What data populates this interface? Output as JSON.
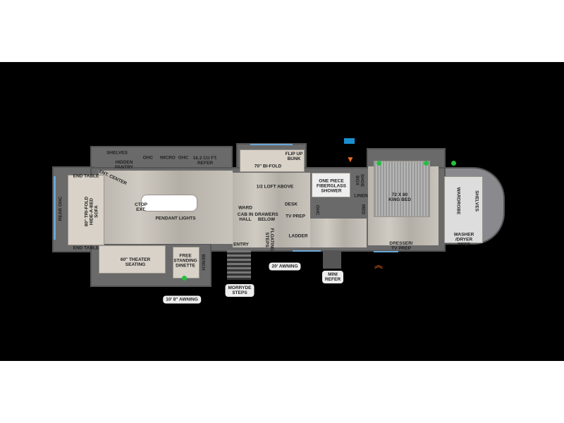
{
  "floorplan": {
    "kitchen": {
      "shelves": "SHELVES",
      "hidden_pantry": "HIDDEN\nPANTRY",
      "ohc_1": "OHC",
      "micro": "MICRO",
      "ohc_2": "OHC",
      "refer": "16.2 CU FT.\nREFER",
      "ent_center": "ENT. CENTER",
      "ctop_ext": "CTOP\nEXT.",
      "pendant_lights": "PENDANT LIGHTS"
    },
    "living": {
      "end_table_top": "END TABLE",
      "end_table_bottom": "END TABLE",
      "rear_ohc": "REAR OHC",
      "sofa": "80\" TRI-FOLD\nHIDE-A-BED\nSOFA",
      "theater": "60\" THEATER\nSEATING",
      "dinette": "FREE\nSTANDING\nDINETTE",
      "bench": "BENCH",
      "awning_left": "10' 8\" AWNING"
    },
    "bunk": {
      "bifold": "70\" BI-FOLD",
      "flip_up": "FLIP UP\nBUNK",
      "loft": "1/2 LOFT ABOVE",
      "ward": "WARD",
      "cab_in_hall": "CAB IN\nHALL",
      "drawers": "DRAWERS\nBELOW",
      "desk": "DESK",
      "tv_prep": "TV PREP",
      "ladder": "LADDER",
      "floating_steps": "FLOATING\nSTEPS",
      "entry": "ENTRY",
      "morryde": "MORRYDE\nSTEPS",
      "awning_mid": "20' AWNING",
      "mini_refer": "MINI\nREFER"
    },
    "bath": {
      "shower": "ONE PIECE\nFIBERGLASS\nSHOWER",
      "shoe_box": "SHOE\nBOX",
      "linen": "LINEN",
      "ohc": "OHC",
      "med": "MED"
    },
    "bedroom": {
      "bed": "72 X 80\nKING BED",
      "dresser": "DRESSER/\nTV PREP",
      "wardrobe": "WARDROBE",
      "shelves": "SHELVES",
      "washer": "WASHER\n/DRYER\nPREP"
    },
    "colors": {
      "background": "#000000",
      "floor": "#c2bdb5",
      "wall": "#6a6a6a",
      "window": "#6aa8d8",
      "marker_orange": "#f06a1c",
      "marker_green": "#22c040",
      "badge_blue": "#1a8fd0"
    }
  }
}
